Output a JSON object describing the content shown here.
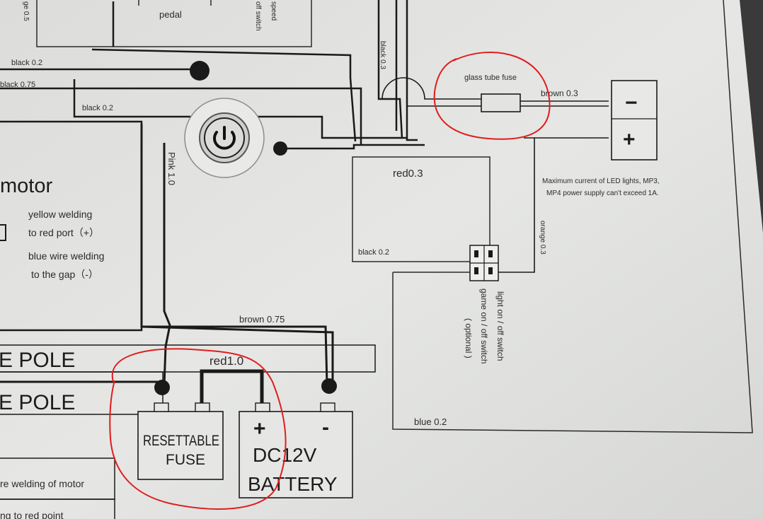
{
  "labels": {
    "pedal": "pedal",
    "speed_switch": "off switch\nspeed",
    "wire_black_02_top": "black 0.2",
    "wire_black_075": "black 0.75",
    "wire_black_02_mid": "black 0.2",
    "wire_black_03": "black 0.3",
    "wire_pink_10": "Pink 1.0",
    "glass_fuse": "glass tube fuse",
    "wire_brown_03": "brown 0.3",
    "term_minus": "−",
    "term_plus": "+",
    "note_max_current_1": "Maximum current of LED lights, MP3,",
    "note_max_current_2": "MP4 power supply can't exceed 1A.",
    "wire_red_03": "red0.3",
    "wire_black_02_box": "black 0.2",
    "wire_orange_03": "orange 0.3",
    "motor": "motor",
    "motor_note_1": "yellow welding",
    "motor_note_2": "to red port（+）",
    "motor_note_3": "blue wire welding",
    "motor_note_4": "to the gap（-）",
    "wire_brown_075": "brown 0.75",
    "pole_1": "E POLE",
    "pole_2": "E POLE",
    "wire_red_10": "red1.0",
    "fuse_1": "RESETTABLE",
    "fuse_2": "FUSE",
    "battery_plus": "+",
    "battery_minus": "-",
    "battery_1": "DC12V",
    "battery_2": "BATTERY",
    "switch_note_1": "light on / off switch",
    "switch_note_2": "game on / off switch",
    "switch_note_3": "( optional )",
    "wire_blue_02": "blue 0.2",
    "motor_box_1": "re welding of motor",
    "motor_box_2": "ng to red point",
    "left_edge": "ge 0.5"
  },
  "colors": {
    "paper": "#e3e4e2",
    "wire": "#1a1a1a",
    "annotation": "#e01d1d"
  }
}
